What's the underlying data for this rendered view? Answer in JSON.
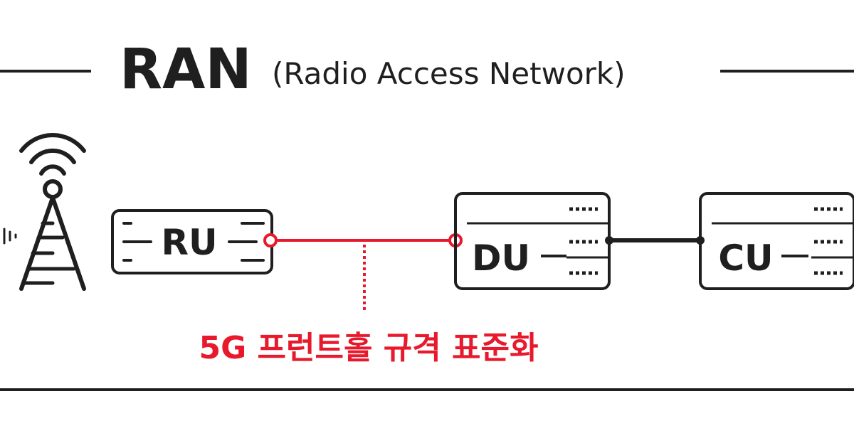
{
  "title": {
    "main": "RAN",
    "sub": "(Radio Access Network)"
  },
  "nodes": {
    "ru": {
      "label": "RU"
    },
    "du": {
      "label": "DU"
    },
    "cu": {
      "label": "CU"
    }
  },
  "caption": "5G 프런트홀 규격 표준화",
  "icons": {
    "tower": "cell-tower-icon"
  },
  "colors": {
    "ink": "#1f1f1f",
    "accent": "#e8192c",
    "background": "#ffffff"
  }
}
